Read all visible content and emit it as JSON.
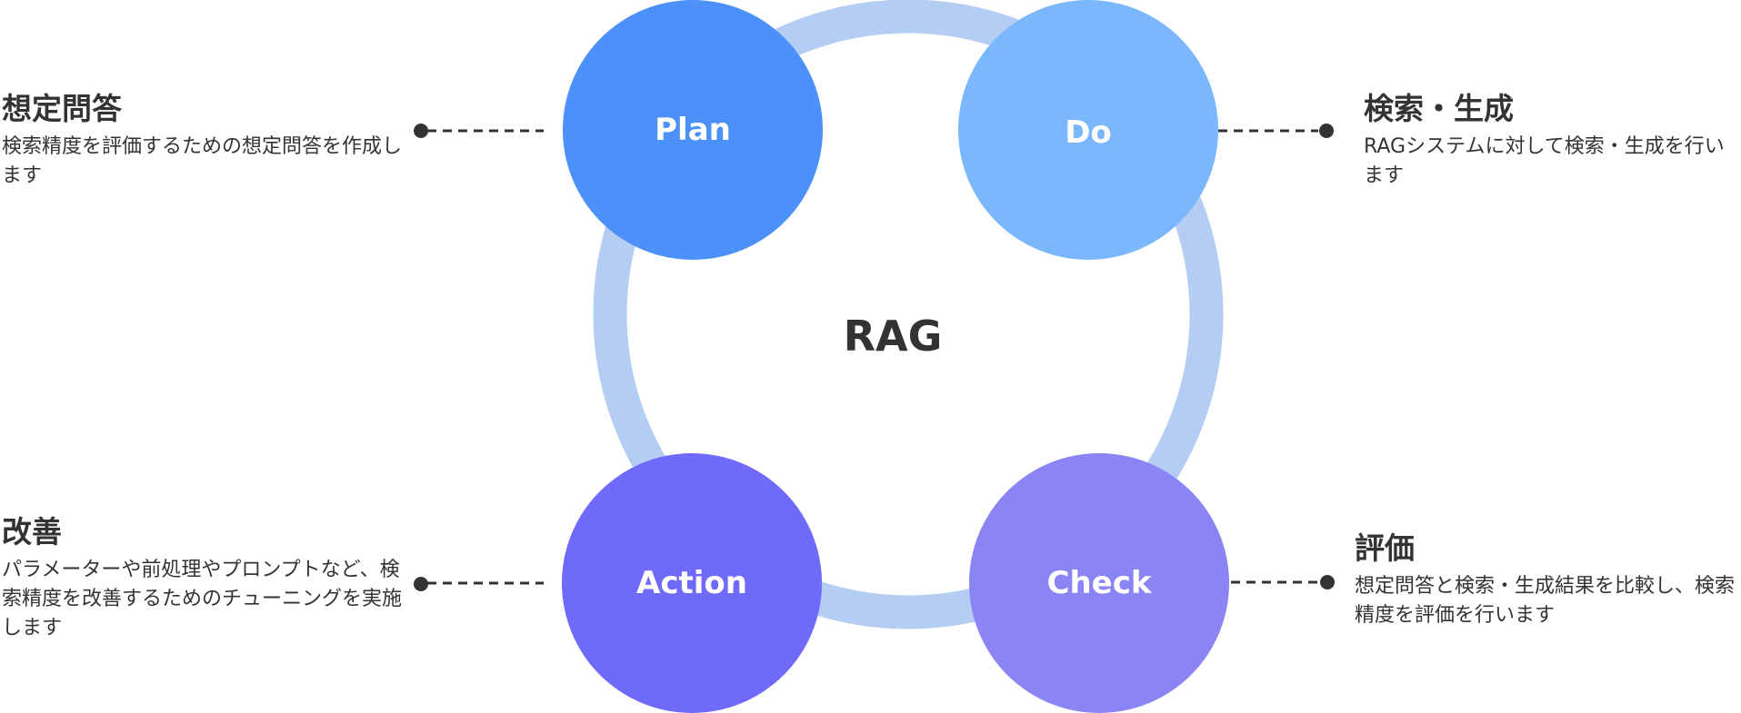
{
  "center": {
    "label": "RAG"
  },
  "colors": {
    "ring": "#b4cdf3",
    "plan": "#4b91f9",
    "do": "#7ab7fd",
    "action": "#706afb",
    "check": "#8b84f5",
    "connector": "#333333"
  },
  "nodes": [
    {
      "id": "plan",
      "label": "Plan",
      "title": "想定問答",
      "description": "検索精度を評価するための想定問答を作成します"
    },
    {
      "id": "do",
      "label": "Do",
      "title": "検索・生成",
      "description": "RAGシステムに対して検索・生成を行います"
    },
    {
      "id": "check",
      "label": "Check",
      "title": "評価",
      "description": "想定問答と検索・生成結果を比較し、検索精度を評価を行います"
    },
    {
      "id": "action",
      "label": "Action",
      "title": "改善",
      "description": "パラメーターや前処理やプロンプトなど、検索精度を改善するためのチューニングを実施します"
    }
  ]
}
